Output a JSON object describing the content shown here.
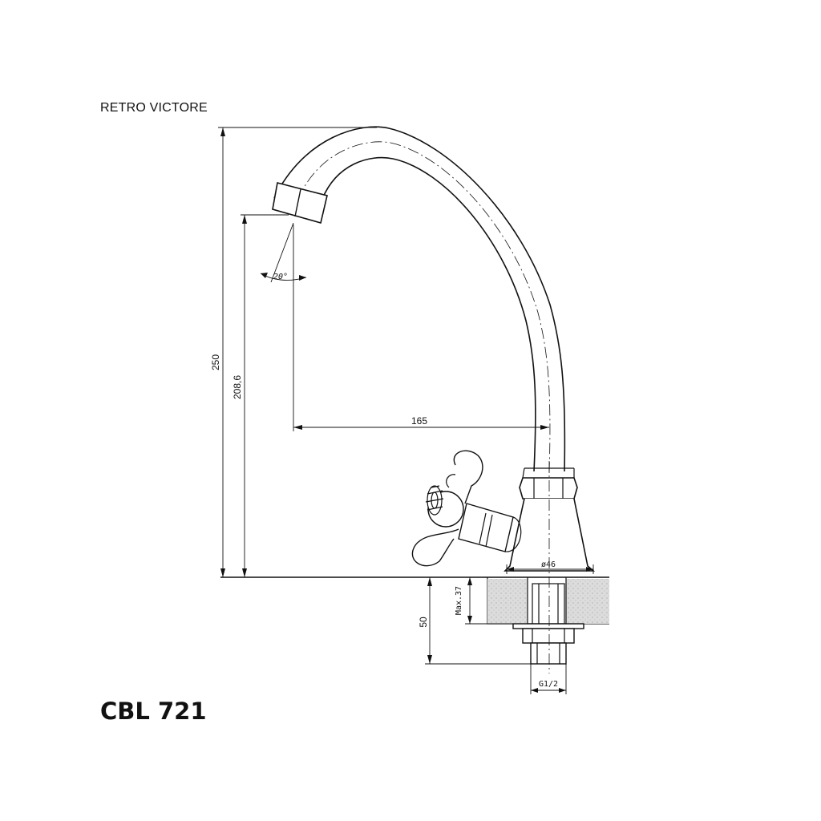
{
  "header": {
    "series": "RETRO VICTORE"
  },
  "footer": {
    "model": "CBL 721"
  },
  "dimensions": {
    "total_height": "250",
    "outlet_height": "208,6",
    "reach": "165",
    "aerator_angle": "20°",
    "base_diameter": "ø46",
    "max_counter_thickness": "Max.37",
    "shank_length": "50",
    "connection_thread": "G1/2"
  },
  "colors": {
    "line": "#111111",
    "counter_fill": "#d9d9d9",
    "background": "#ffffff"
  }
}
